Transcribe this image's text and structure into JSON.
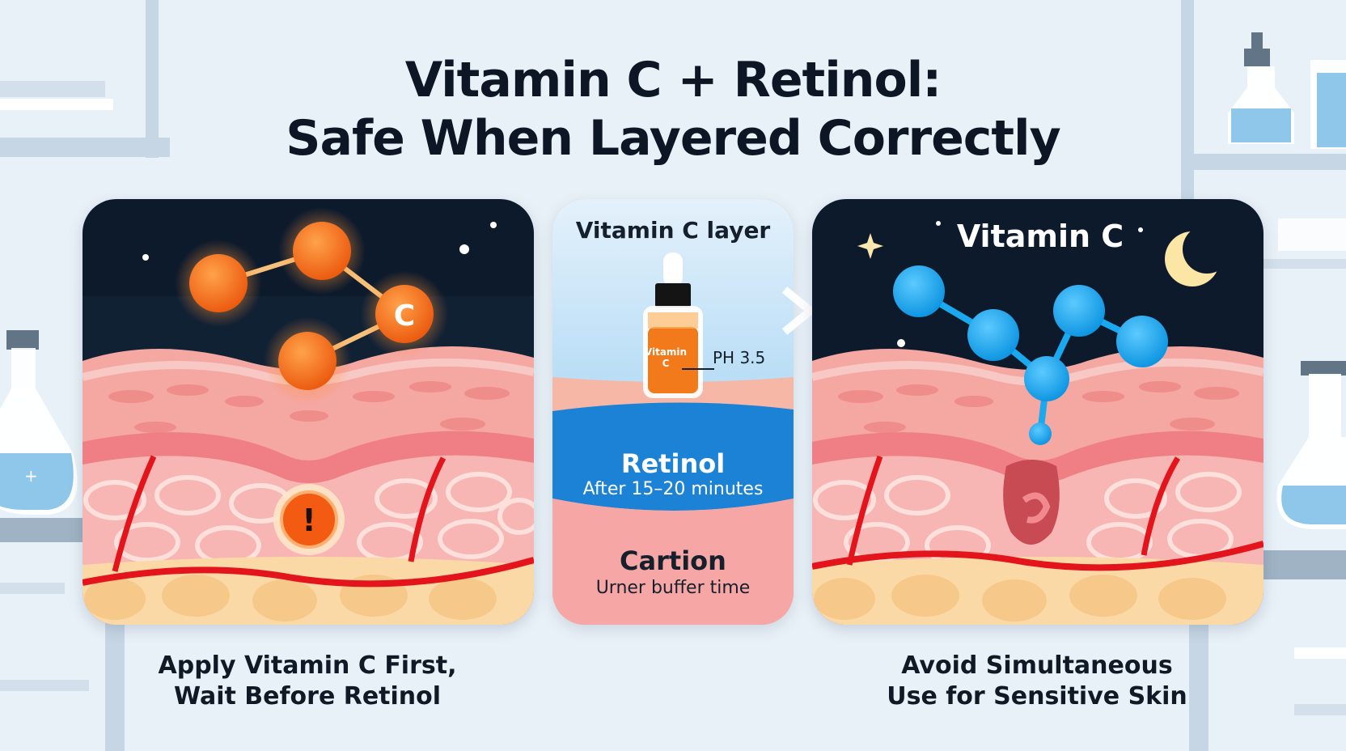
{
  "title": {
    "line1": "Vitamin C + Retinol:",
    "line2": "Safe When Layered Correctly"
  },
  "left_panel": {
    "molecule_label": "C",
    "warning_symbol": "!",
    "caption_line1": "Apply Vitamin C First,",
    "caption_line2": "Wait Before Retinol"
  },
  "center_card": {
    "top_label": "Vitamin C layer",
    "bottle_label": "Vitamin C",
    "ph_label": "PH 3.5",
    "retinol_label": "Retinol",
    "retinol_sub": "After 15–20 minutes",
    "caution_label": "Cartion",
    "caution_sub": "Urner buffer time"
  },
  "right_panel": {
    "title": "Vitamin C",
    "caption_line1": "Avoid Simultaneous",
    "caption_line2": "Use for Sensitive Skin"
  },
  "colors": {
    "night_sky": "#0c1a2c",
    "molecule_orange": "#f2701a",
    "molecule_blue": "#1aa8ee",
    "skin_pink": "#f7b1ad",
    "blood_red": "#e3141b",
    "retinol_blue": "#1c82d6",
    "background": "#e9f1f8"
  },
  "icons": [
    "molecule-orange-icon",
    "warning-icon",
    "serum-bottle-icon",
    "molecule-blue-icon",
    "moon-icon",
    "star-icon",
    "arrow-right-icon",
    "flask-icon"
  ]
}
